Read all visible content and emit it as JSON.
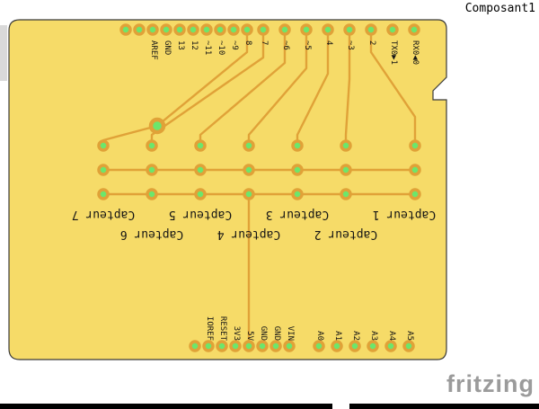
{
  "window": {
    "component_label": "Composant1",
    "watermark": "fritzing"
  },
  "board": {
    "colors": {
      "substrate": "#F6DB68",
      "copper": "#E0A238",
      "pad_hole": "#6CE66C",
      "silkscreen": "#151515",
      "outline": "#3A3A3A"
    },
    "top_header": {
      "group1_labels": [
        "",
        "",
        "AREF",
        "GND",
        "13",
        "12",
        "~11",
        "~10",
        "~9",
        "8"
      ],
      "group2_labels": [
        "7",
        "~6",
        "~5",
        "4",
        "~3",
        "2",
        "TX0▶1",
        "RX0◀0"
      ]
    },
    "bottom_header": {
      "power_labels": [
        "",
        "IOREF",
        "RESET",
        "3V3",
        "5V",
        "GND",
        "GND",
        "VIN"
      ],
      "analog_labels": [
        "A0",
        "A1",
        "A2",
        "A3",
        "A4",
        "A5"
      ]
    },
    "sensor_labels": [
      "Capteur 1",
      "Capteur 2",
      "Capteur 3",
      "Capteur 4",
      "Capteur 5",
      "Capteur 6",
      "Capteur 7"
    ]
  }
}
